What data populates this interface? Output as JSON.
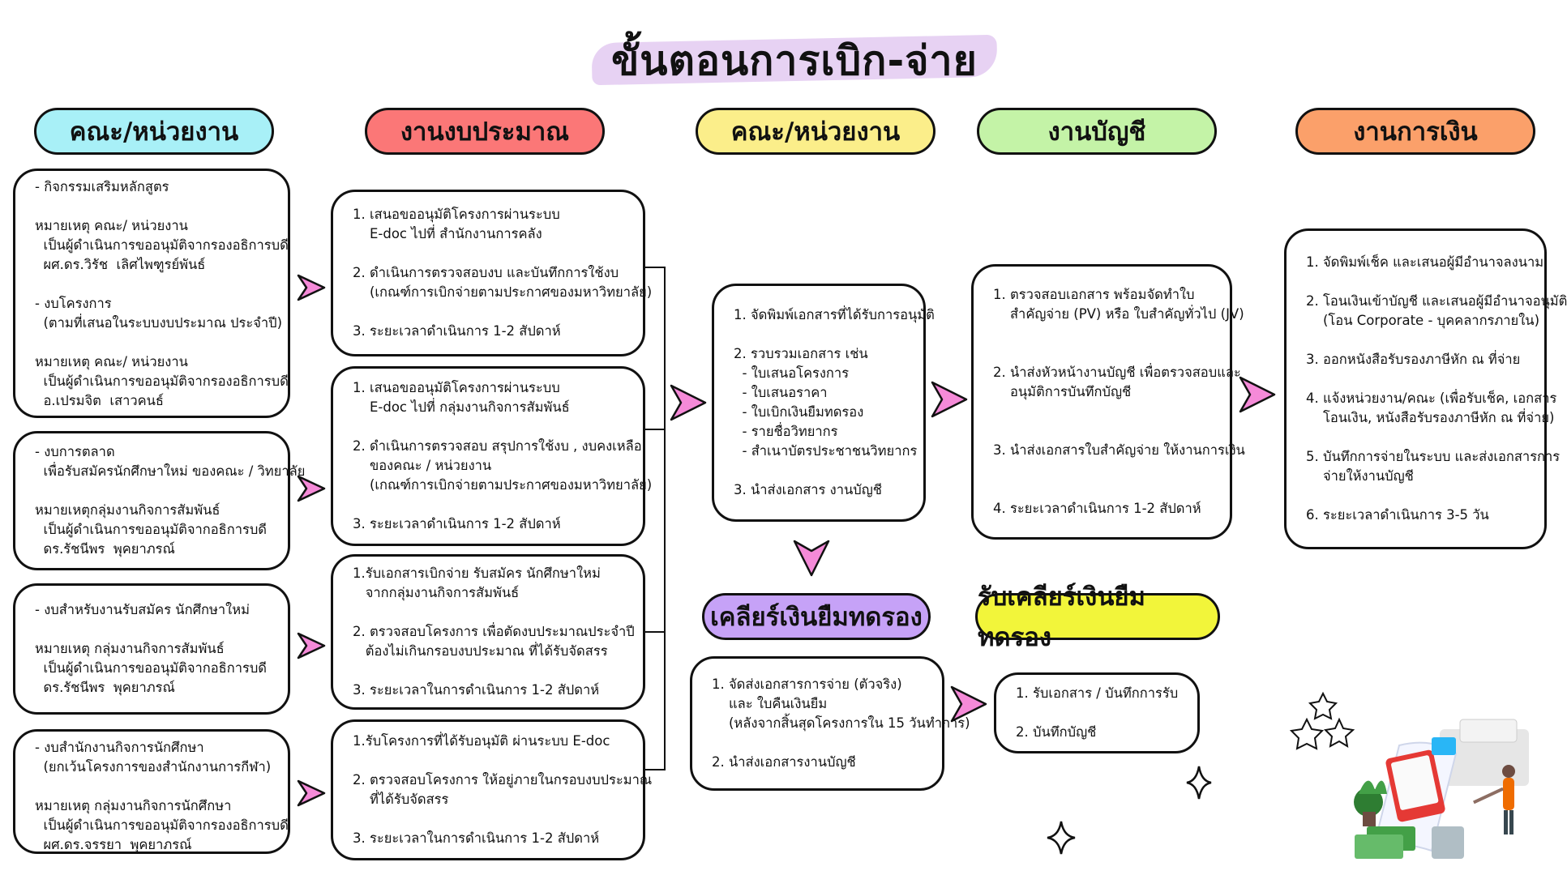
{
  "title": "ขั้นตอนการเบิก-จ่าย",
  "headers": {
    "faculty1": {
      "label": "คณะ/หน่วยงาน",
      "color": "#a8f0f7"
    },
    "budget": {
      "label": "งานงบประมาณ",
      "color": "#fb7777"
    },
    "faculty2": {
      "label": "คณะ/หน่วยงาน",
      "color": "#fbee8a"
    },
    "accounting": {
      "label": "งานบัญชี",
      "color": "#c4f3a7"
    },
    "finance": {
      "label": "งานการเงิน",
      "color": "#fba06a"
    },
    "clear_advance": {
      "label": "เคลียร์เงินยืมทดรอง",
      "color": "#c6a2f7"
    },
    "receive_clear": {
      "label": "รับเคลียร์เงินยืมทดรอง",
      "color": "#f2f53a"
    }
  },
  "faculty_boxes": [
    {
      "lines": [
        "- กิจกรรมเสริมหลักสูตร",
        "",
        "หมายเหตุ คณะ/ หน่วยงาน",
        "  เป็นผู้ดำเนินการขออนุมัติจากรองอธิการบดี",
        "  ผศ.ดร.วิรัช  เลิศไพฑูรย์พันธ์",
        "",
        "- งบโครงการ",
        "  (ตามที่เสนอในระบบงบประมาณ ประจำปี)",
        "",
        "หมายเหตุ คณะ/ หน่วยงาน",
        "  เป็นผู้ดำเนินการขออนุมัติจากรองอธิการบดี",
        "  อ.เปรมจิต  เสาวคนธ์"
      ]
    },
    {
      "lines": [
        "- งบการตลาด",
        "  เพื่อรับสมัครนักศึกษาใหม่ ของคณะ / วิทยาลัย",
        "",
        "หมายเหตุกลุ่มงานกิจการสัมพันธ์",
        "  เป็นผู้ดำเนินการขออนุมัติจากอธิการบดี",
        "  ดร.รัชนีพร  พุคยาภรณ์"
      ]
    },
    {
      "lines": [
        "- งบสำหรับงานรับสมัคร นักศึกษาใหม่",
        "",
        "หมายเหตุ กลุ่มงานกิจการสัมพันธ์",
        "  เป็นผู้ดำเนินการขออนุมัติจากอธิการบดี",
        "  ดร.รัชนีพร  พุคยาภรณ์"
      ]
    },
    {
      "lines": [
        "- งบสำนักงานกิจการนักศึกษา",
        "  (ยกเว้นโครงการของสำนักงานการกีฬา)",
        "",
        "หมายเหตุ กลุ่มงานกิจการนักศึกษา",
        "  เป็นผู้ดำเนินการขออนุมัติจากรองอธิการบดี",
        "  ผศ.ดร.จรรยา  พุคยาภรณ์"
      ]
    }
  ],
  "budget_boxes": [
    {
      "lines": [
        "1. เสนอขออนุมัติโครงการผ่านระบบ",
        "    E-doc ไปที่ สำนักงานการคลัง",
        "",
        "2. ดำเนินการตรวจสอบงบ และบันทึกการใช้งบ",
        "    (เกณฑ์การเบิกจ่ายตามประกาศของมหาวิทยาลัย)",
        "",
        "3. ระยะเวลาดำเนินการ 1-2 สัปดาห์"
      ]
    },
    {
      "lines": [
        "1. เสนอขออนุมัติโครงการผ่านระบบ",
        "    E-doc ไปที่ กลุ่มงานกิจการสัมพันธ์",
        "",
        "2. ดำเนินการตรวจสอบ สรุปการใช้งบ , งบคงเหลือ",
        "    ของคณะ / หน่วยงาน",
        "    (เกณฑ์การเบิกจ่ายตามประกาศของมหาวิทยาลัย)",
        "",
        "3. ระยะเวลาดำเนินการ 1-2 สัปดาห์"
      ]
    },
    {
      "lines": [
        "1.รับเอกสารเบิกจ่าย รับสมัคร นักศึกษาใหม่",
        "   จากกลุ่มงานกิจการสัมพันธ์",
        "",
        "2. ตรวจสอบโครงการ เพื่อตัดงบประมาณประจำปี",
        "   ต้องไม่เกินกรอบงบประมาณ ที่ได้รับจัดสรร",
        "",
        "3. ระยะเวลาในการดำเนินการ 1-2 สัปดาห์"
      ]
    },
    {
      "lines": [
        "1.รับโครงการที่ได้รับอนุมัติ ผ่านระบบ E-doc",
        "",
        "2. ตรวจสอบโครงการ ให้อยู่ภายในกรอบงบประมาณ",
        "    ที่ได้รับจัดสรร",
        "",
        "3. ระยะเวลาในการดำเนินการ 1-2 สัปดาห์"
      ]
    }
  ],
  "faculty2_box": {
    "lines": [
      "1. จัดพิมพ์เอกสารที่ได้รับการอนุมัติ",
      "",
      "2. รวบรวมเอกสาร เช่น",
      "  - ใบเสนอโครงการ",
      "  - ใบเสนอราคา",
      "  - ใบเบิกเงินยืมทดรอง",
      "  - รายชื่อวิทยากร",
      "  - สำเนาบัตรประชาชนวิทยากร",
      "",
      "3. นำส่งเอกสาร งานบัญชี"
    ]
  },
  "accounting_box": {
    "lines": [
      "1. ตรวจสอบเอกสาร พร้อมจัดทำใบ",
      "    สำคัญจ่าย (PV) หรือ ใบสำคัญทั่วไป (JV)",
      "",
      "",
      "2. นำส่งหัวหน้างานบัญชี เพื่อตรวจสอบและ",
      "    อนุมัติการบันทึกบัญชี",
      "",
      "",
      "3. นำส่งเอกสารใบสำคัญจ่าย ให้งานการเงิน",
      "",
      "",
      "4. ระยะเวลาดำเนินการ 1-2 สัปดาห์"
    ]
  },
  "finance_box": {
    "lines": [
      "1. จัดพิมพ์เช็ค และเสนอผู้มีอำนาจลงนาม",
      "",
      "2. โอนเงินเข้าบัญชี และเสนอผู้มีอำนาจอนุมัติ",
      "    (โอน Corporate - บุคคลากรภายใน)",
      "",
      "3. ออกหนังสือรับรองภาษีหัก ณ ที่จ่าย",
      "",
      "4. แจ้งหน่วยงาน/คณะ (เพื่อรับเช็ค, เอกสาร",
      "    โอนเงิน, หนังสือรับรองภาษีหัก ณ ที่จ่าย)",
      "",
      "5. บันทึกการจ่ายในระบบ และส่งเอกสารการ",
      "    จ่ายให้งานบัญชี",
      "",
      "6. ระยะเวลาดำเนินการ 3-5 วัน"
    ]
  },
  "clear_box": {
    "lines": [
      "1. จัดส่งเอกสารการจ่าย (ตัวจริง)",
      "    และ ใบคืนเงินยืม",
      "    (หลังจากสิ้นสุดโครงการใน 15 วันทำการ)",
      "",
      "2. นำส่งเอกสารงานบัญชี"
    ]
  },
  "receive_box": {
    "lines": [
      "1. รับเอกสาร / บันทึกการรับ",
      "",
      "2. บันทึกบัญชี"
    ]
  },
  "colors": {
    "arrow_fill": "#f58ad8",
    "arrow_stroke": "#111111"
  }
}
